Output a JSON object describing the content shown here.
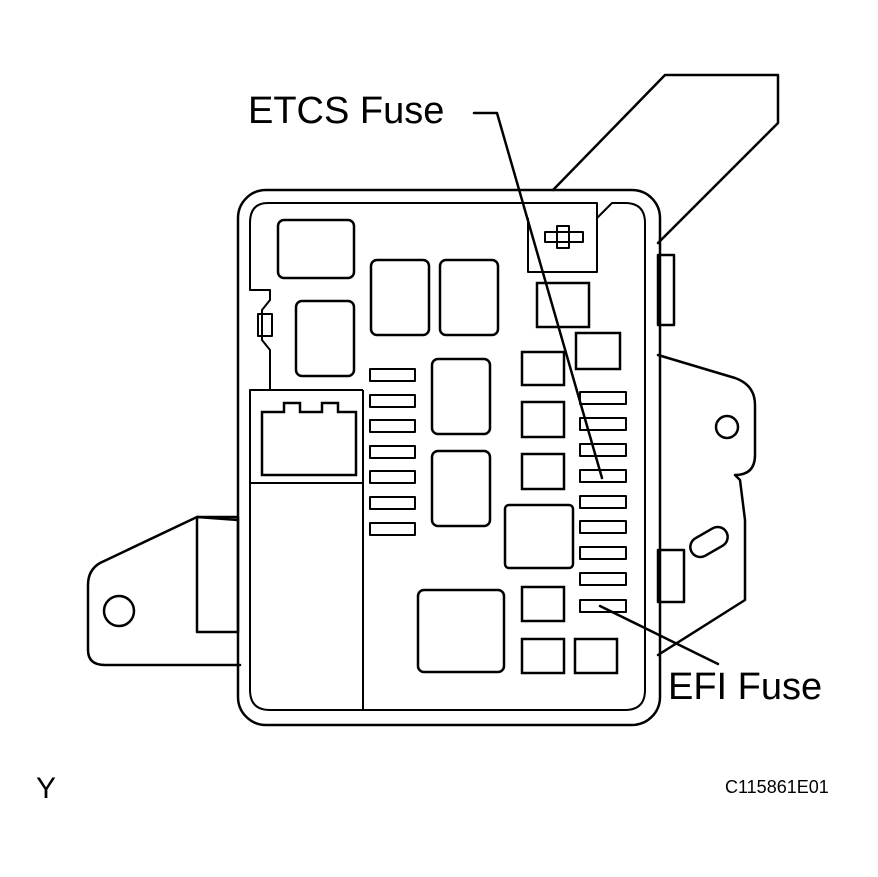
{
  "labels": {
    "etcs_fuse": "ETCS Fuse",
    "efi_fuse": "EFI Fuse",
    "view_letter": "Y",
    "figure_code": "C115861E01"
  }
}
